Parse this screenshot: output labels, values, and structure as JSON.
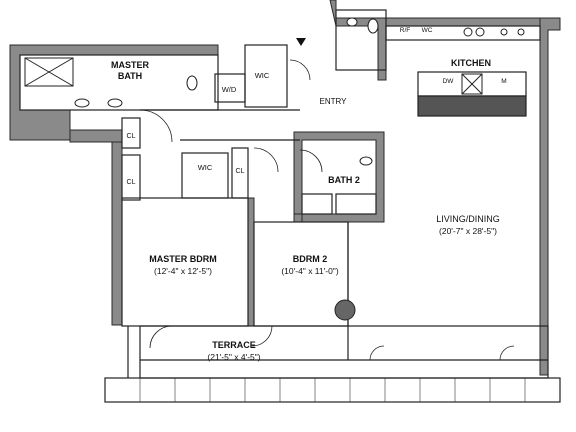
{
  "rooms": {
    "master_bath": "MASTER\nBATH",
    "master_bdrm": "MASTER BDRM",
    "master_bdrm_dim": "(12'-4\" x 12'-5\")",
    "bdrm2": "BDRM 2",
    "bdrm2_dim": "(10'-4\" x 11'-0\")",
    "bath2": "BATH 2",
    "kitchen": "KITCHEN",
    "living": "LIVING/DINING",
    "living_dim": "(20'-7\" x 28'-5\")",
    "terrace": "TERRACE",
    "terrace_dim": "(21'-5\" x 4'-5\")",
    "entry": "ENTRY"
  },
  "fixtures": {
    "wic_master": "WIC",
    "wic_small": "WIC",
    "wd": "W/D",
    "cl_1": "CL",
    "cl_2": "CL",
    "cl_3": "CL",
    "rf": "R/F",
    "wc": "WC",
    "dw": "DW",
    "m": "M"
  },
  "colors": {
    "wall": "#8a8a8a",
    "wall_edge": "#2a2a2a",
    "line": "#222222",
    "counter": "#555555"
  }
}
